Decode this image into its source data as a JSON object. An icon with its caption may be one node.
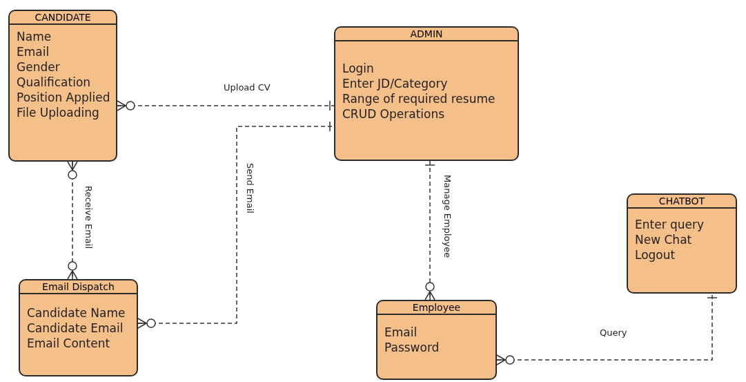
{
  "diagram": {
    "nodes": [
      {
        "text": [
          "CANDIDATE",
          "Name",
          "Email",
          "Gender",
          "Qualification",
          "Position Applied",
          "File Uploading"
        ]
      },
      {
        "text": [
          "ADMIN",
          "Login",
          "Enter JD/Category",
          "Range of required  resume",
          "CRUD Operations"
        ]
      },
      {
        "text": [
          "Email Dispatch",
          "Candidate Name",
          "Candidate Email",
          "Email Content"
        ]
      },
      {
        "text": [
          "Employee",
          "Email",
          "Password"
        ]
      },
      {
        "text": [
          "CHATBOT",
          "Enter query",
          "New Chat",
          "Logout"
        ]
      }
    ],
    "edges": [
      {
        "from": 0,
        "to": 1,
        "arrow": "other",
        "label": "Upload CV",
        "style": "dashed"
      },
      {
        "from": 2,
        "to": 1,
        "arrow": "other",
        "label": "Send Email",
        "style": "dashed"
      },
      {
        "from": 0,
        "to": 2,
        "arrow": "other",
        "label": "Receive Email",
        "style": "dashed"
      },
      {
        "from": 1,
        "to": 3,
        "arrow": "other",
        "label": "Manage Employee",
        "style": "dashed"
      },
      {
        "from": 3,
        "to": 4,
        "arrow": "other",
        "label": "Query",
        "style": "dashed"
      }
    ]
  }
}
